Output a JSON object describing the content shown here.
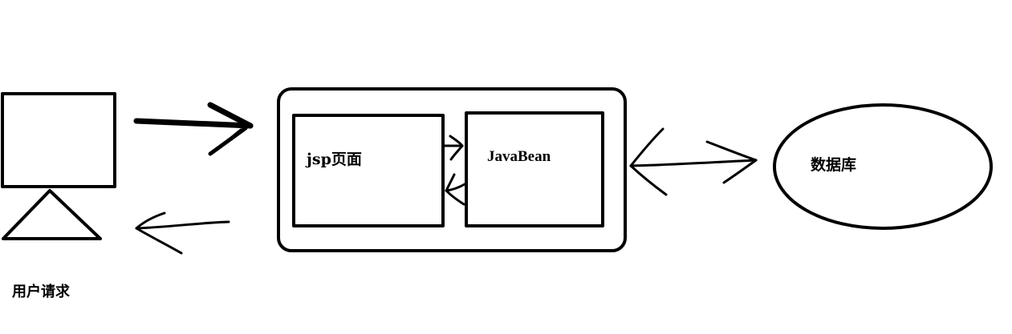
{
  "labels": {
    "jsp_page": "jsp页面",
    "javabean": "JavaBean",
    "database": "数据库",
    "user_request": "用户请求"
  },
  "style": {
    "stroke_color": "#000000",
    "background": "#ffffff"
  }
}
